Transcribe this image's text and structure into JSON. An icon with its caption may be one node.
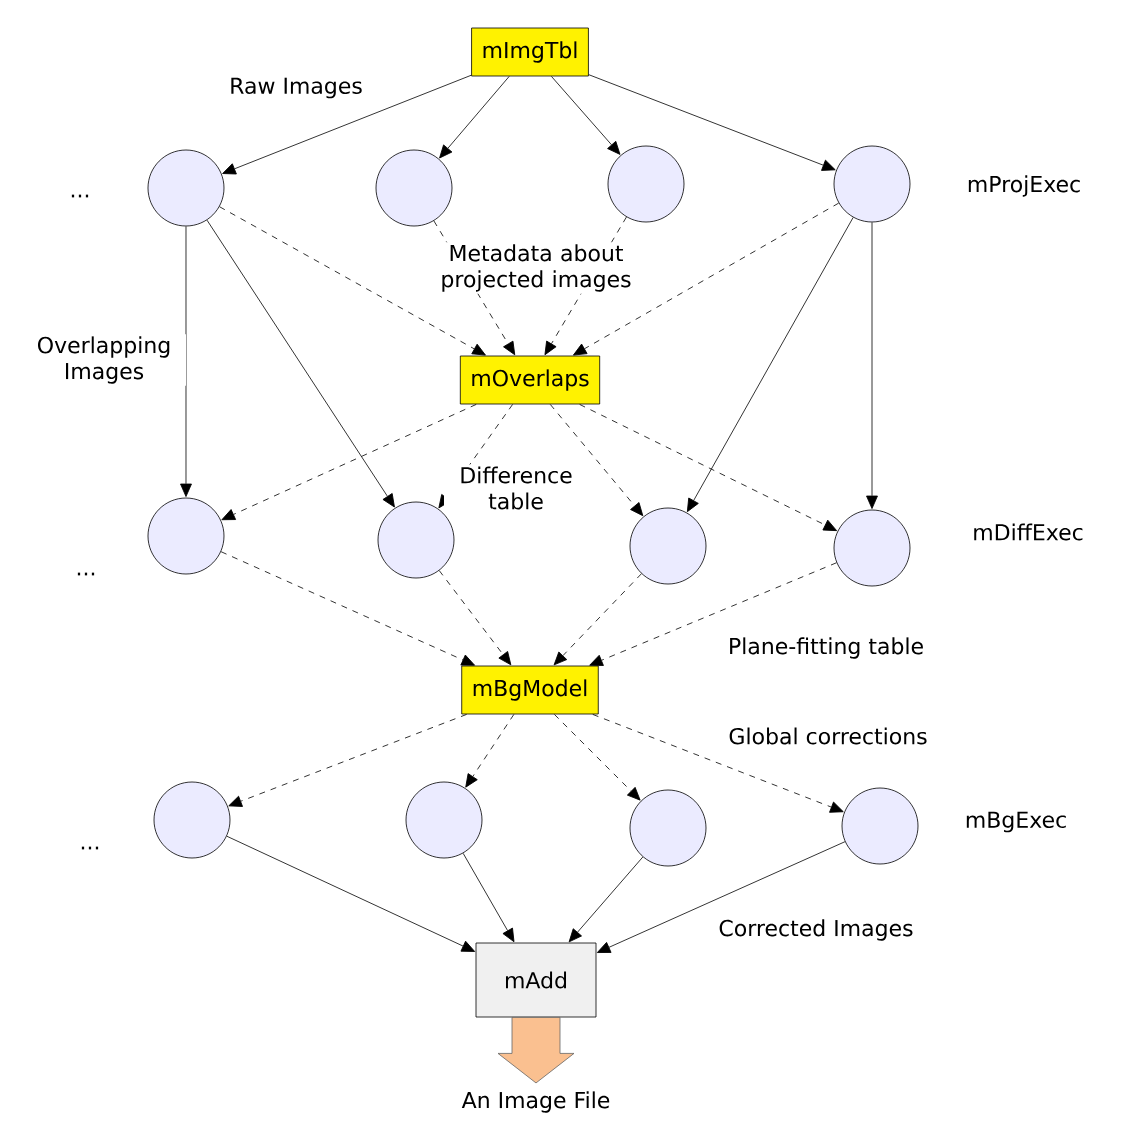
{
  "diagram": {
    "nodes": [
      {
        "text": [
          "mImgTbl"
        ]
      },
      {
        "text": [],
        "shape": "circle"
      },
      {
        "text": [],
        "shape": "circle"
      },
      {
        "text": [],
        "shape": "circle"
      },
      {
        "text": [],
        "shape": "circle"
      },
      {
        "text": [
          "mOverlaps"
        ]
      },
      {
        "text": [],
        "shape": "circle"
      },
      {
        "text": [],
        "shape": "circle"
      },
      {
        "text": [],
        "shape": "circle"
      },
      {
        "text": [],
        "shape": "circle"
      },
      {
        "text": [
          "mBgModel"
        ]
      },
      {
        "text": [],
        "shape": "circle"
      },
      {
        "text": [],
        "shape": "circle"
      },
      {
        "text": [],
        "shape": "circle"
      },
      {
        "text": [],
        "shape": "circle"
      },
      {
        "text": [
          "mAdd"
        ]
      },
      {
        "text": [
          "An Image File"
        ]
      }
    ],
    "edges": [
      {
        "from": 0,
        "to": 1,
        "arrow": "to"
      },
      {
        "from": 0,
        "to": 2,
        "arrow": "to"
      },
      {
        "from": 0,
        "to": 3,
        "arrow": "to"
      },
      {
        "from": 0,
        "to": 4,
        "arrow": "to"
      },
      {
        "from": 1,
        "to": 5,
        "arrow": "to",
        "style": "dashed"
      },
      {
        "from": 2,
        "to": 5,
        "arrow": "to",
        "style": "dashed"
      },
      {
        "from": 3,
        "to": 5,
        "arrow": "to",
        "style": "dashed"
      },
      {
        "from": 4,
        "to": 5,
        "arrow": "to",
        "style": "dashed"
      },
      {
        "from": 1,
        "to": 6,
        "arrow": "to"
      },
      {
        "from": 1,
        "to": 7,
        "arrow": "to"
      },
      {
        "from": 4,
        "to": 8,
        "arrow": "to"
      },
      {
        "from": 4,
        "to": 9,
        "arrow": "to"
      },
      {
        "from": 5,
        "to": 6,
        "arrow": "to",
        "style": "dashed"
      },
      {
        "from": 5,
        "to": 7,
        "arrow": "to",
        "style": "dashed"
      },
      {
        "from": 5,
        "to": 8,
        "arrow": "to",
        "style": "dashed"
      },
      {
        "from": 5,
        "to": 9,
        "arrow": "to",
        "style": "dashed"
      },
      {
        "from": 6,
        "to": 10,
        "arrow": "to",
        "style": "dashed"
      },
      {
        "from": 7,
        "to": 10,
        "arrow": "to",
        "style": "dashed"
      },
      {
        "from": 8,
        "to": 10,
        "arrow": "to",
        "style": "dashed"
      },
      {
        "from": 9,
        "to": 10,
        "arrow": "to",
        "style": "dashed"
      },
      {
        "from": 10,
        "to": 11,
        "arrow": "to",
        "style": "dashed"
      },
      {
        "from": 10,
        "to": 12,
        "arrow": "to",
        "style": "dashed"
      },
      {
        "from": 10,
        "to": 13,
        "arrow": "to",
        "style": "dashed"
      },
      {
        "from": 10,
        "to": 14,
        "arrow": "to",
        "style": "dashed"
      },
      {
        "from": 11,
        "to": 15,
        "arrow": "to"
      },
      {
        "from": 12,
        "to": 15,
        "arrow": "to"
      },
      {
        "from": 13,
        "to": 15,
        "arrow": "to"
      },
      {
        "from": 14,
        "to": 15,
        "arrow": "to"
      },
      {
        "from": 15,
        "to": 16,
        "arrow": "to",
        "style": "thick",
        "color": "#fac090"
      }
    ],
    "labels": [
      "Raw Images",
      "...",
      "mProjExec",
      "Metadata about projected images",
      "Overlapping Images",
      "Difference table",
      "...",
      "mDiffExec",
      "Plane-fitting table",
      "Global corrections",
      "...",
      "mBgExec",
      "Corrected Images"
    ]
  }
}
